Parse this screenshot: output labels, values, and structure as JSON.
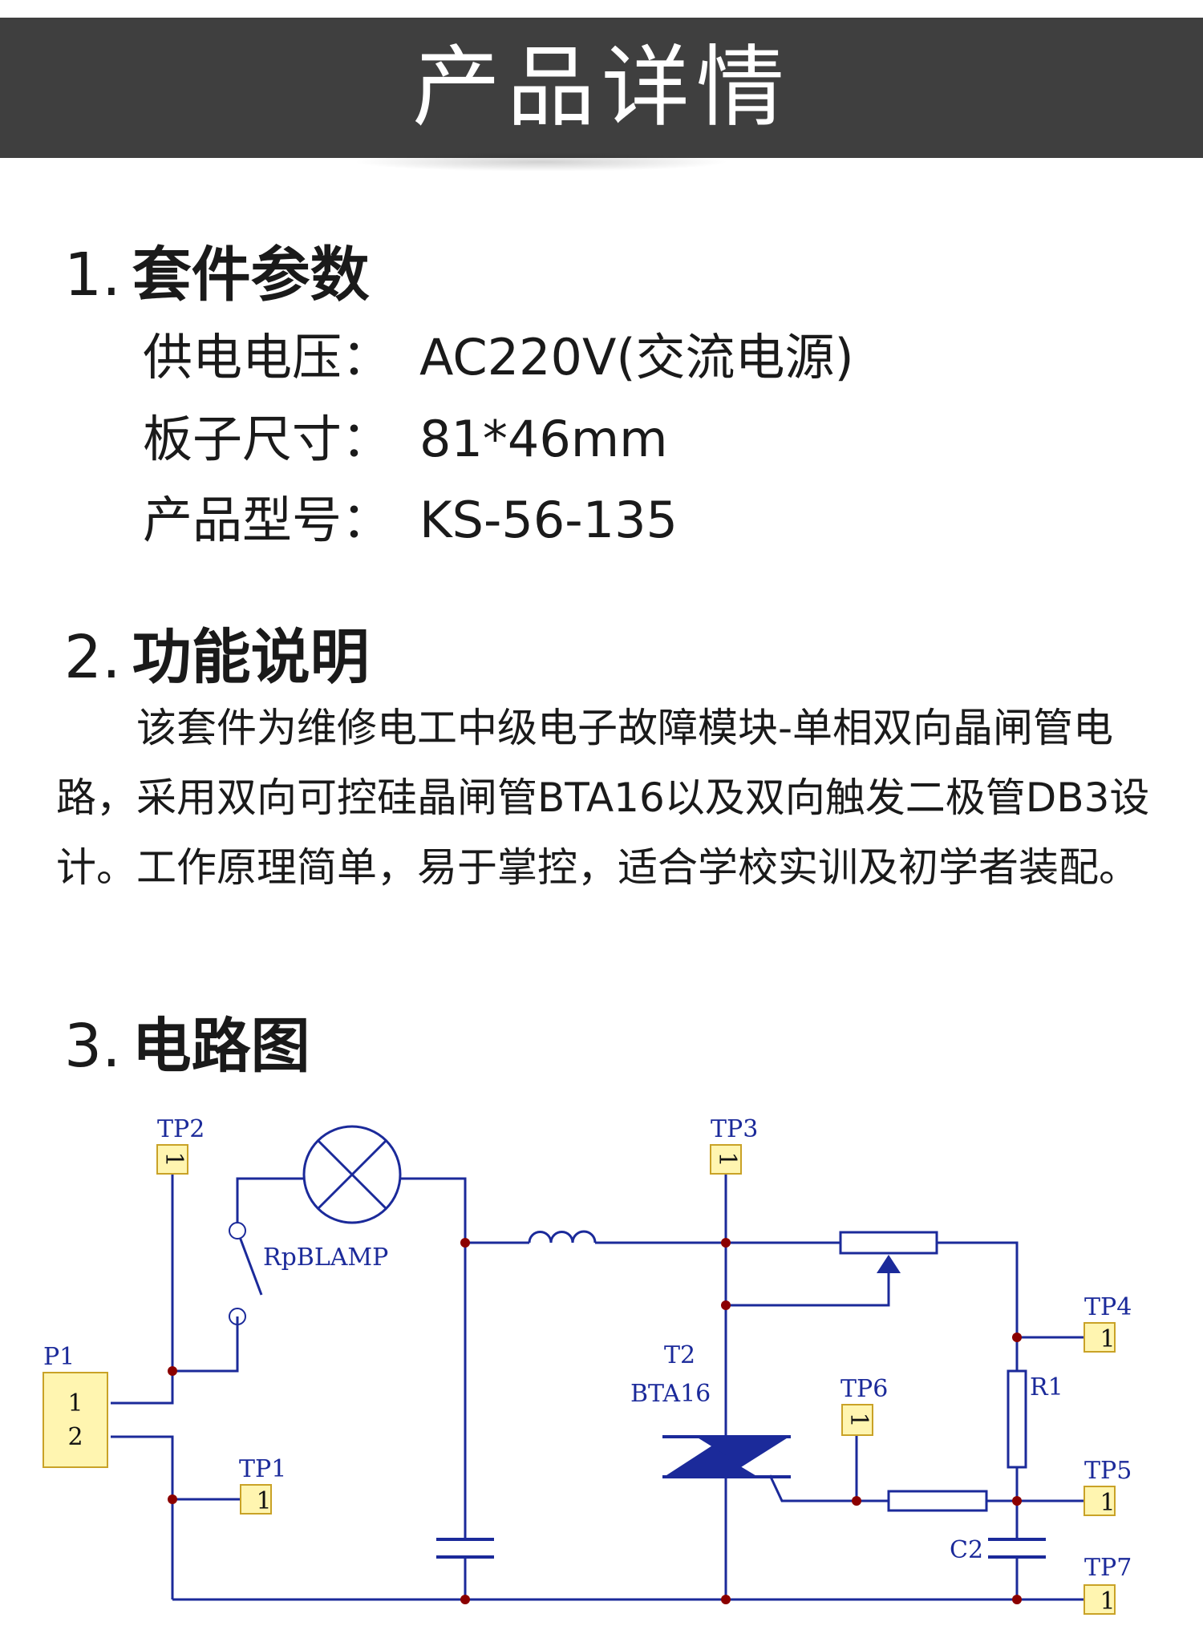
{
  "header": {
    "title": "产品详情"
  },
  "sections": [
    {
      "number": "1.",
      "title": "套件参数",
      "params": [
        {
          "label": "供电电压：",
          "value": "AC220V(交流电源)"
        },
        {
          "label": "板子尺寸：",
          "value": "81*46mm"
        },
        {
          "label": "产品型号：",
          "value": "KS-56-135"
        }
      ]
    },
    {
      "number": "2.",
      "title": "功能说明",
      "text": "该套件为维修电工中级电子故障模块-单相双向晶闸管电路，采用双向可控硅晶闸管BTA16以及双向触发二极管DB3设计。工作原理简单，易于掌控，适合学校实训及初学者装配。"
    },
    {
      "number": "3.",
      "title": "电路图"
    }
  ],
  "circuit": {
    "wire_color": "#1b2a9a",
    "junction_color": "#8b0000",
    "part_fill": "#fff5b0",
    "labels": {
      "tp1": "TP1",
      "tp2": "TP2",
      "tp3": "TP3",
      "tp4": "TP4",
      "tp5": "TP5",
      "tp6": "TP6",
      "tp7": "TP7",
      "p1": "P1",
      "rpblamp": "RpBLAMP",
      "t2": "T2",
      "bta16": "BTA16",
      "r1": "R1",
      "c2": "C2"
    },
    "pins": {
      "p1_pin1": "1",
      "p1_pin2": "2",
      "tp1_pin": "1",
      "tp2_pin": "1",
      "tp3_pin": "1",
      "tp4_pin": "1",
      "tp5_pin": "1",
      "tp6_pin": "1",
      "tp7_pin": "1"
    }
  }
}
